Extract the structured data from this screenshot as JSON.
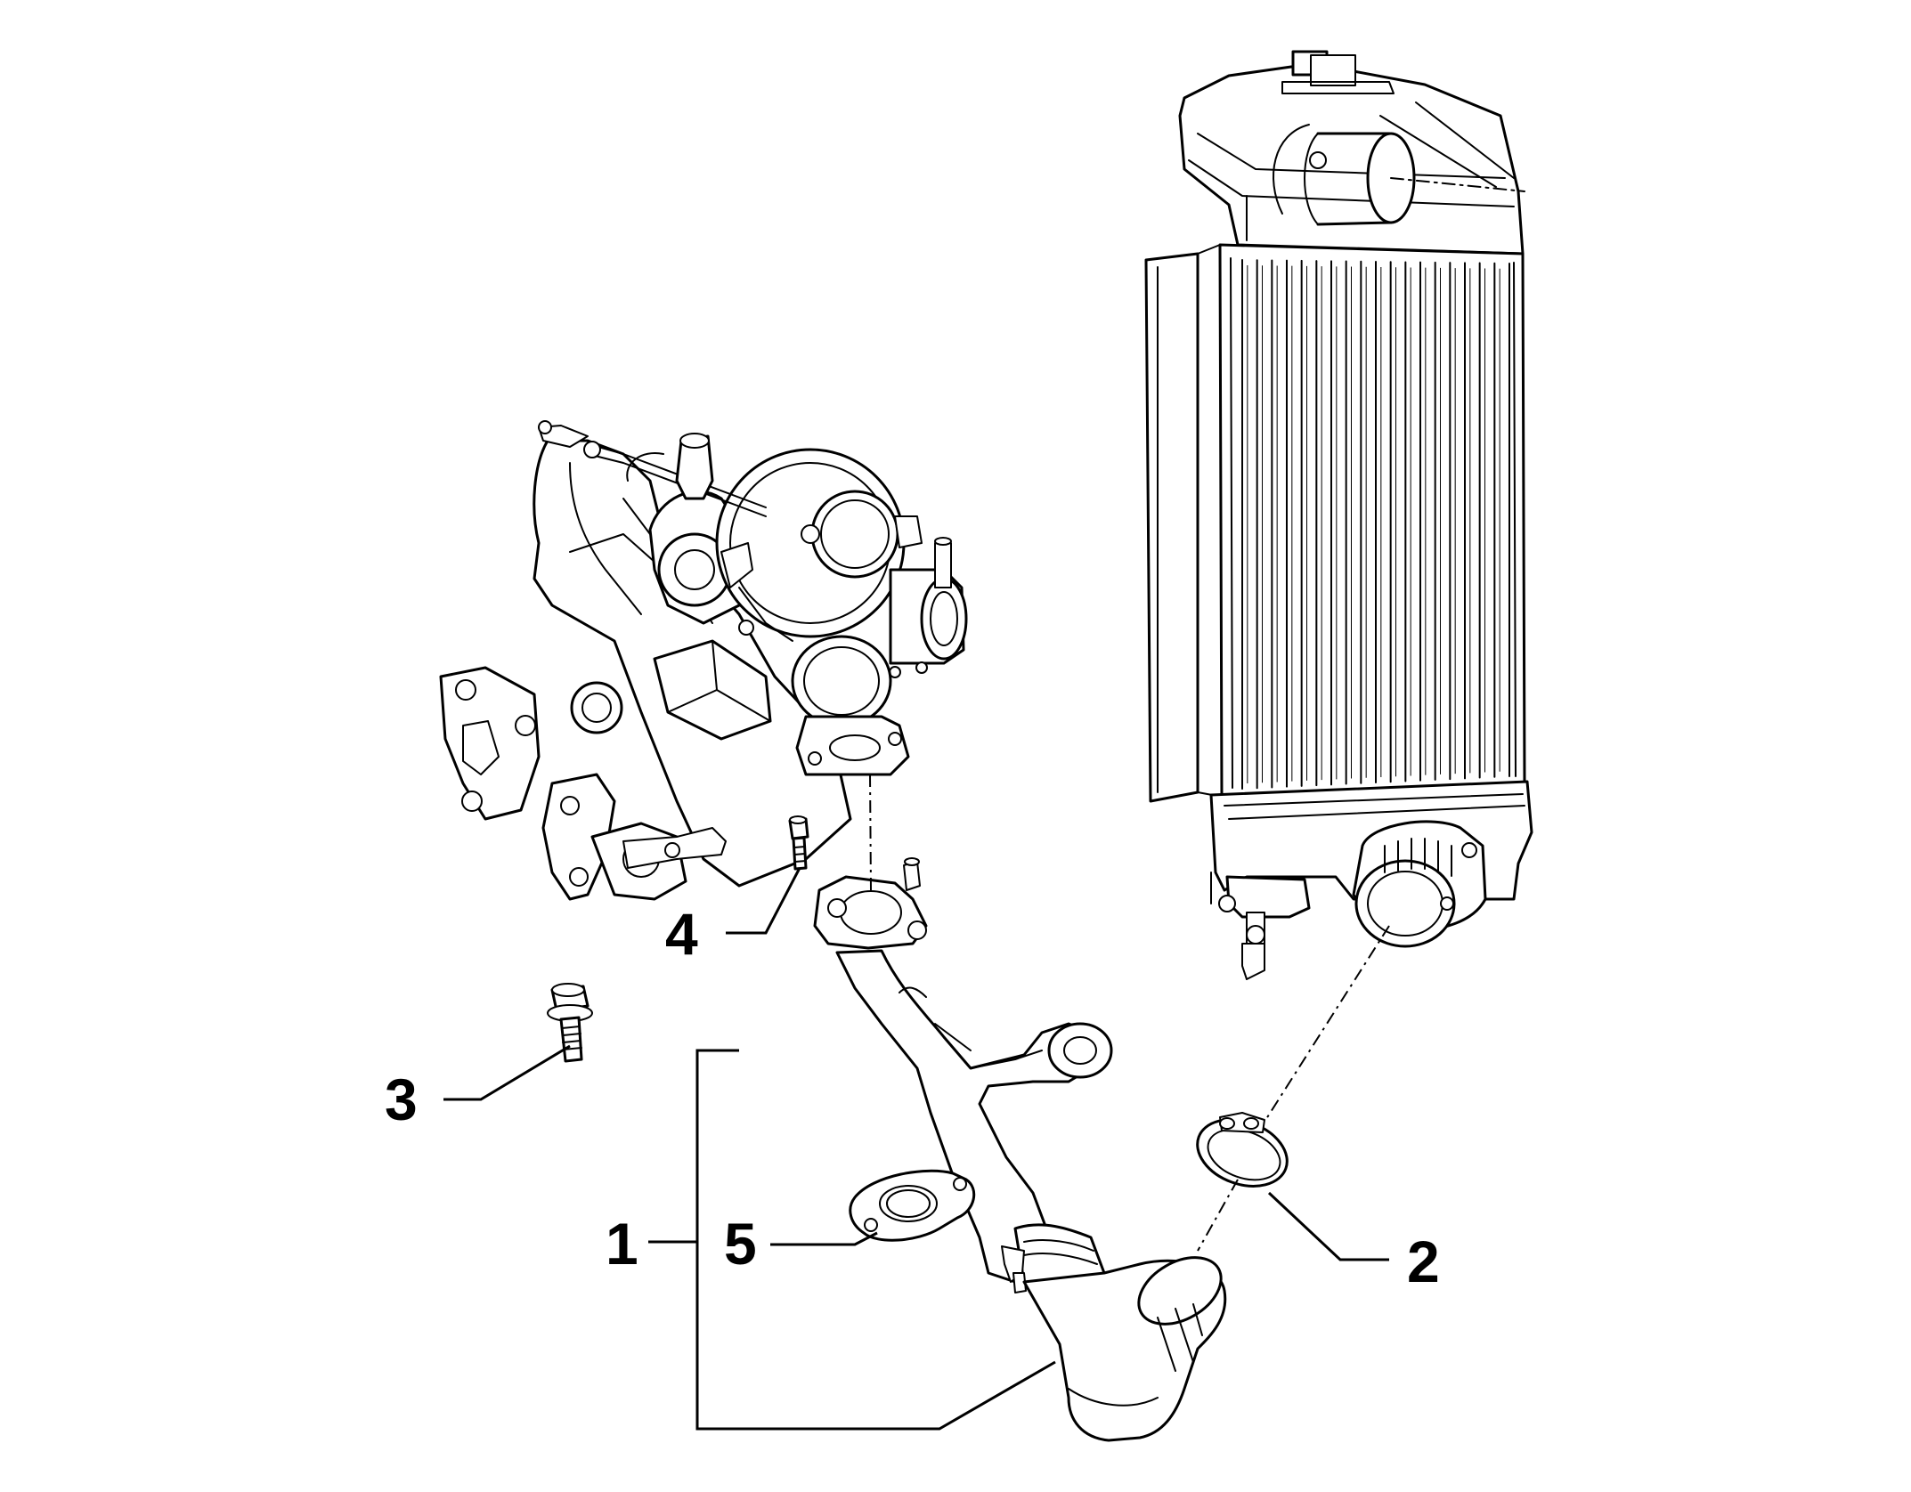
{
  "callouts": [
    {
      "id": "1",
      "label": "1"
    },
    {
      "id": "2",
      "label": "2"
    },
    {
      "id": "3",
      "label": "3"
    },
    {
      "id": "4",
      "label": "4"
    },
    {
      "id": "5",
      "label": "5"
    }
  ],
  "parts": {
    "turbocharger": "turbocharger-assembly",
    "intercooler": "intercooler",
    "pipe": "intercooler-inlet-pipe",
    "clamp": "hose-clamp",
    "bolt_large": "flange-bolt",
    "bolt_small": "small-bolt",
    "gasket": "pipe-flange-gasket"
  }
}
